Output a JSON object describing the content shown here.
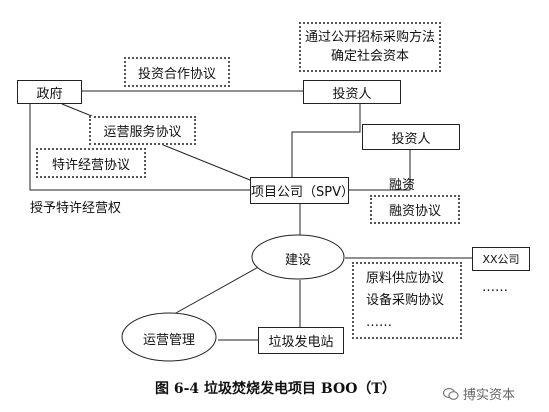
{
  "nodes": {
    "government": "政府",
    "investor_top": "投资人",
    "investor_right": "投资人",
    "spv": "项目公司（SPV）",
    "construction": "建设",
    "operation": "运营管理",
    "plant": "垃圾发电站",
    "xx_company": "XX公司"
  },
  "notes": {
    "tender_line1": "通过公开招标采购方法",
    "tender_line2": "确定社会资本",
    "investment_agreement": "投资合作协议",
    "operation_service": "运营服务协议",
    "concession": "特许经营协议",
    "grant": "授予特许经营权",
    "financing_label": "融资",
    "financing_agreement": "融资协议",
    "supply_line1": "原料供应协议",
    "supply_line2": "设备采购协议",
    "supply_line3": "……",
    "xx_ellipsis": "……"
  },
  "caption": "图 6-4      垃圾焚烧发电项目 BOO（T）",
  "watermark": "搏实资本"
}
